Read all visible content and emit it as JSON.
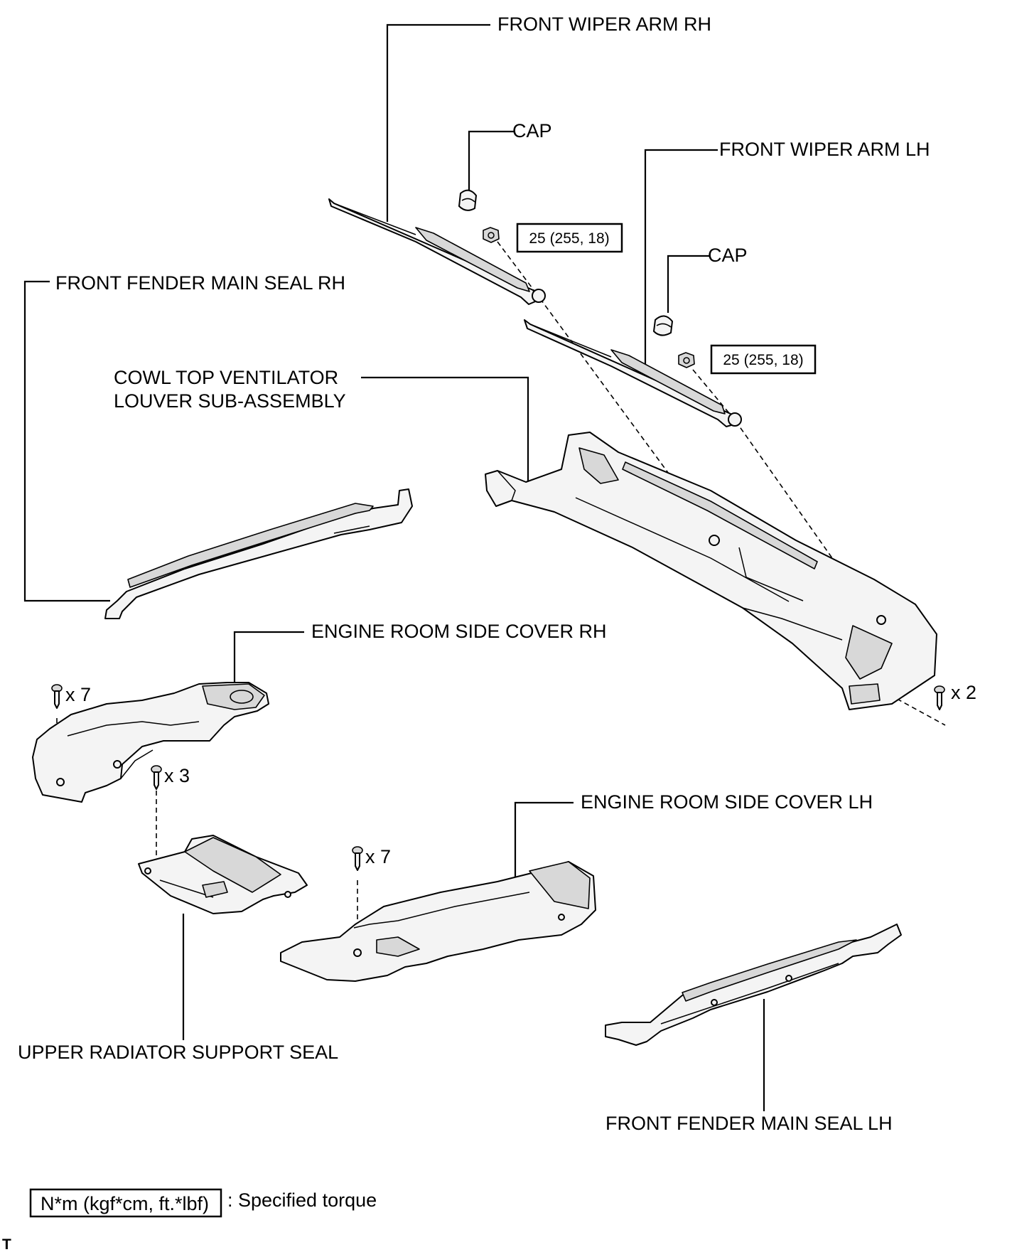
{
  "labels": {
    "front_wiper_arm_rh": "FRONT WIPER ARM RH",
    "cap_rh": "CAP",
    "front_wiper_arm_lh": "FRONT WIPER ARM LH",
    "cap_lh": "CAP",
    "front_fender_main_seal_rh": "FRONT FENDER MAIN SEAL RH",
    "cowl_top_line1": "COWL TOP VENTILATOR",
    "cowl_top_line2": "LOUVER SUB-ASSEMBLY",
    "engine_room_side_cover_rh": "ENGINE ROOM SIDE COVER RH",
    "engine_room_side_cover_lh": "ENGINE ROOM SIDE COVER LH",
    "upper_radiator_support_seal": "UPPER RADIATOR SUPPORT SEAL",
    "front_fender_main_seal_lh": "FRONT FENDER MAIN SEAL LH"
  },
  "torques": {
    "rh": "25 (255, 18)",
    "lh": "25 (255, 18)"
  },
  "quantities": {
    "rh_cover_clips": "x 7",
    "radiator_seal_clips": "x 3",
    "lh_cover_clips": "x 7",
    "cowl_clips": "x 2"
  },
  "legend": {
    "box_text": "N*m (kgf*cm, ft.*lbf)",
    "description": ": Specified torque"
  },
  "corner_mark": "T",
  "icons": {
    "clip": "push-clip-icon",
    "nut": "nut-icon",
    "cap": "cap-icon"
  }
}
